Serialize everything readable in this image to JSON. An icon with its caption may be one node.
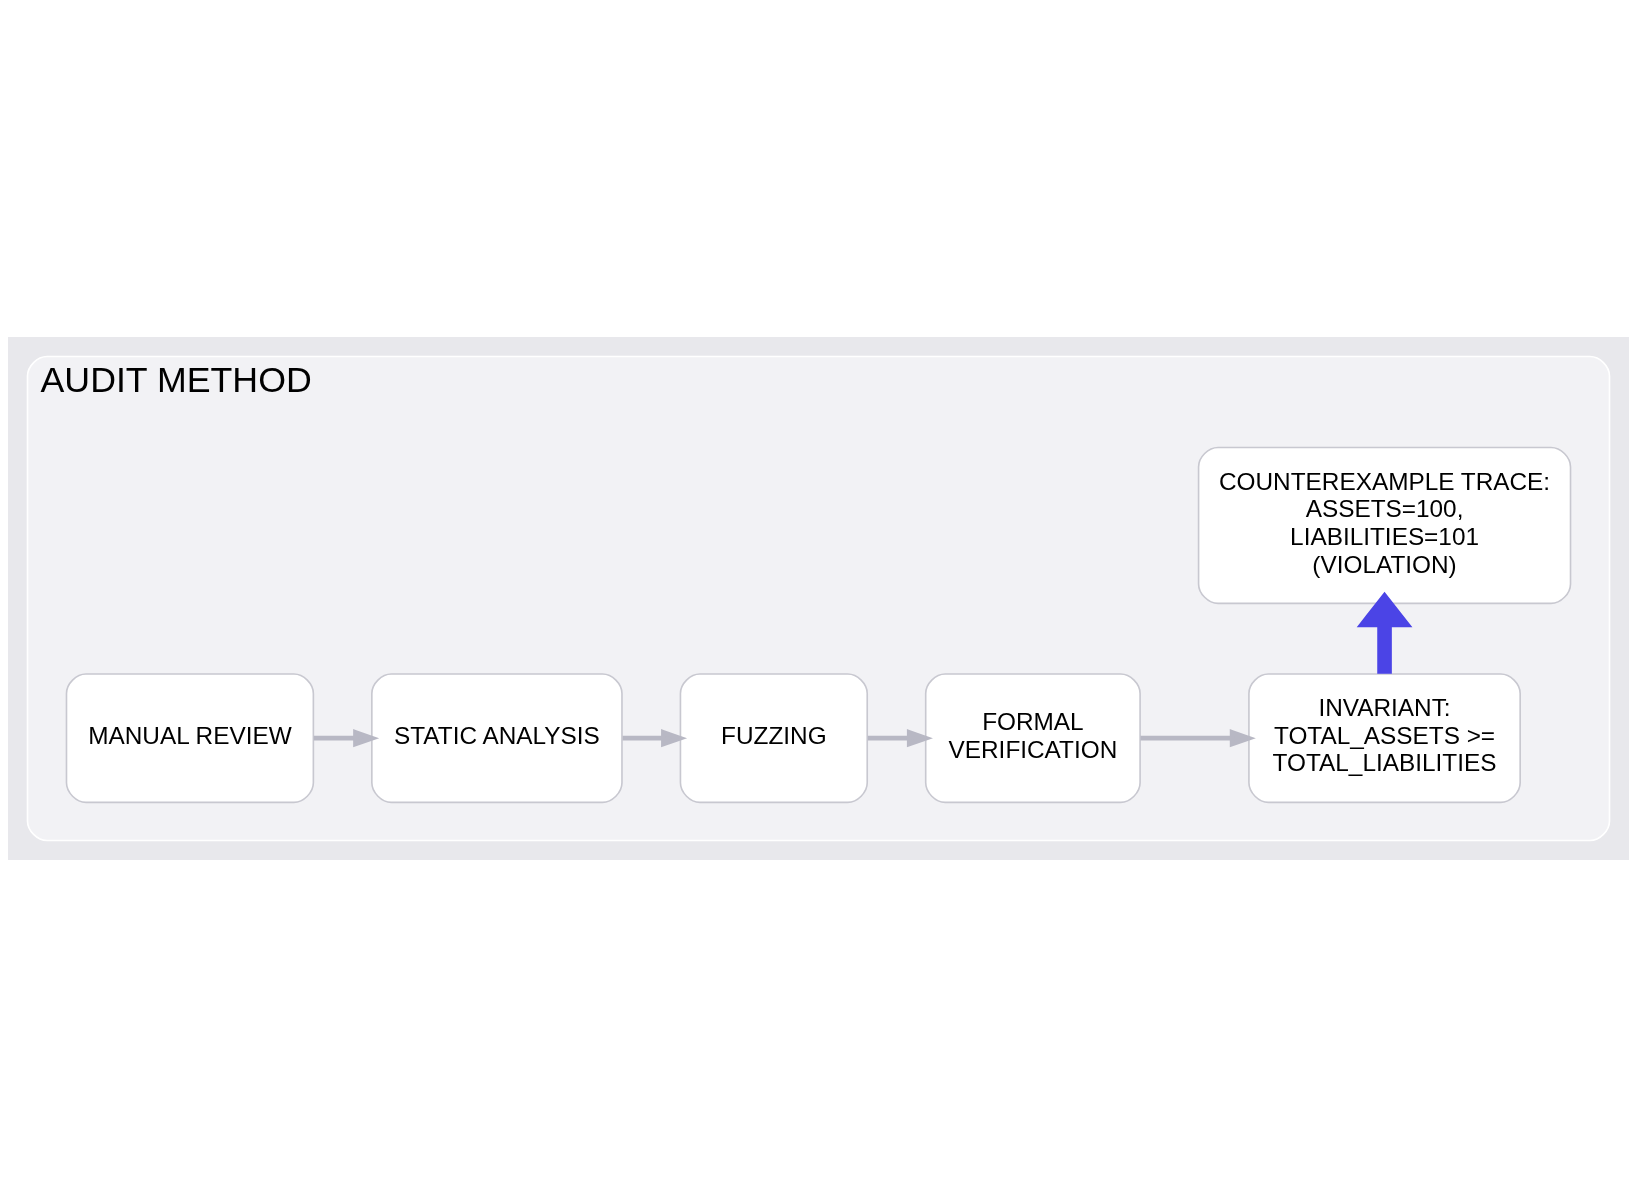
{
  "diagram": {
    "nodes": [
      {
        "text": [
          "AUDIT METHOD"
        ]
      },
      {
        "text": [
          "MANUAL REVIEW"
        ],
        "in": 0
      },
      {
        "text": [
          "STATIC ANALYSIS"
        ],
        "in": 0
      },
      {
        "text": [
          "FUZZING"
        ],
        "in": 0
      },
      {
        "text": [
          "FORMAL VERIFICATION"
        ],
        "in": 0
      },
      {
        "text": [
          "INVARIANT: TOTAL_ASSETS >= TOTAL_LIABILITIES"
        ],
        "in": 0
      },
      {
        "text": [
          "COUNTEREXAMPLE TRACE: ASSETS=100, LIABILITIES=101 (VIOLATION)"
        ],
        "in": 0
      }
    ],
    "edges": [
      {
        "from": 1,
        "to": 2,
        "arrow": "to"
      },
      {
        "from": 2,
        "to": 3,
        "arrow": "to"
      },
      {
        "from": 3,
        "to": 4,
        "arrow": "to"
      },
      {
        "from": 4,
        "to": 5,
        "arrow": "to"
      },
      {
        "from": 5,
        "to": 6,
        "arrow": "to",
        "style": "thick",
        "color": "#4b44e6"
      }
    ]
  }
}
